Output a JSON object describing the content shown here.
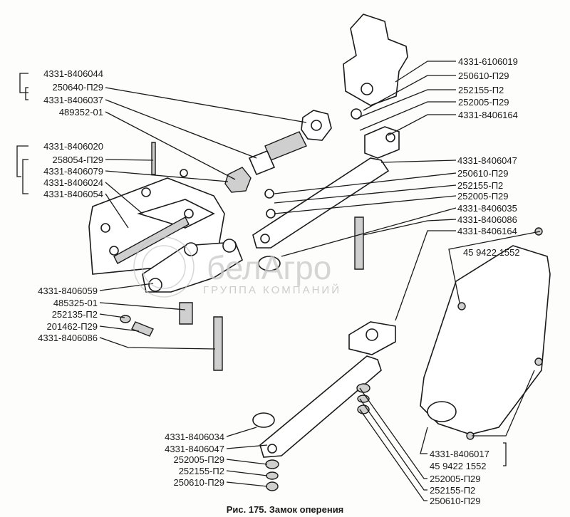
{
  "caption": "Рис. 175. Замок оперения",
  "watermark": {
    "brand": "белАгро",
    "subtitle": "ГРУППА КОМПАНИЙ"
  },
  "labels": {
    "left_top": [
      "4331-8406044",
      "250640-П29",
      "4331-8406037",
      "489352-01"
    ],
    "left_mid": [
      "4331-8406020",
      "258054-П29",
      "4331-8406079",
      "4331-8406024",
      "4331-8406054"
    ],
    "left_low": [
      "4331-8406059",
      "485325-01",
      "252135-П2",
      "201462-П29",
      "4331-8406086"
    ],
    "right_top": [
      "4331-6106019",
      "250610-П29",
      "252155-П2",
      "252005-П29",
      "4331-8406164"
    ],
    "right_mid": [
      "4331-8406047",
      "250610-П29",
      "252155-П2",
      "252005-П29",
      "4331-8406035",
      "4331-8406086",
      "4331-8406164",
      "45 9422 1552"
    ],
    "bottom_left": [
      "4331-8406034",
      "4331-8406047",
      "252005-П29",
      "252155-П2",
      "250610-П29"
    ],
    "bottom_right": [
      "4331-8406017",
      "45 9422 1552",
      "252005-П29",
      "252155-П2",
      "250610-П29"
    ]
  }
}
